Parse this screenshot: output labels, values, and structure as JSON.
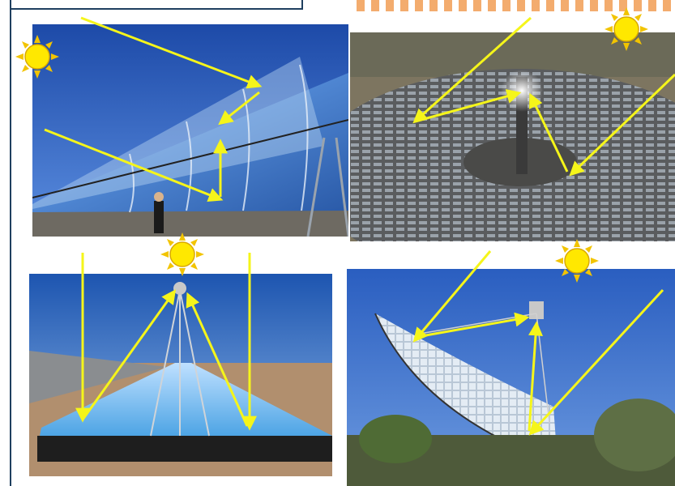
{
  "panels": [
    {
      "name": "parabolic-trough-photo",
      "caption": ""
    },
    {
      "name": "solar-power-tower-photo",
      "caption": ""
    },
    {
      "name": "linear-fresnel-photo",
      "caption": ""
    },
    {
      "name": "parabolic-dish-photo",
      "caption": ""
    }
  ],
  "icons": {
    "sun": "sun-icon",
    "ray": "sunlight-ray-arrow"
  },
  "colors": {
    "frame": "#1f3f5f",
    "ray": "#f5f51a",
    "sun_fill": "#ffe800",
    "sun_rays": "#f2c400",
    "dash_accent": "#f2a35e",
    "sky": "#2f5fb8",
    "mirror": "#7fa9d9"
  }
}
